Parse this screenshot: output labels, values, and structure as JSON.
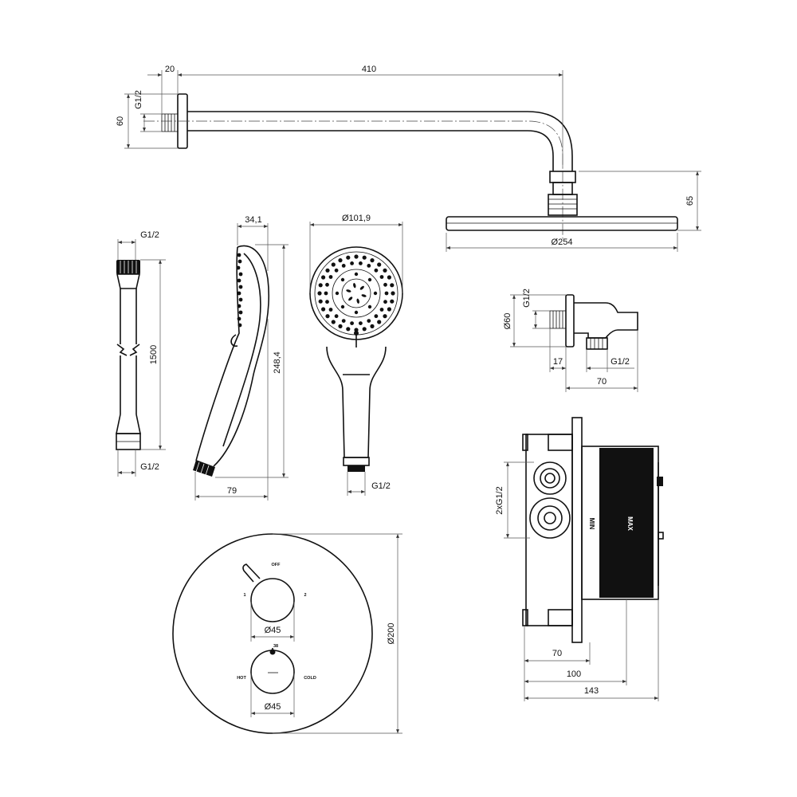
{
  "colors": {
    "line": "#111111",
    "dimension_line": "#555555",
    "background": "#ffffff"
  },
  "dimensions": {
    "arm_offset": "20",
    "arm_length": "410",
    "arm_thread": "G1/2",
    "arm_flange": "60",
    "head_height": "65",
    "head_diameter": "Ø254",
    "hose_thread_top": "G1/2",
    "hose_length": "1500",
    "hose_thread_bottom": "G1/2",
    "hand_depth": "34,1",
    "hand_length": "248,4",
    "hand_width": "79",
    "hand_diameter": "Ø101,9",
    "hand_thread": "G1/2",
    "outlet_thread_in": "G1/2",
    "outlet_flange": "Ø60",
    "outlet_depth": "17",
    "outlet_thread_out": "G1/2",
    "outlet_length": "70",
    "valve_threads": "2xG1/2",
    "valve_depth_min": "70",
    "valve_depth_max": "100",
    "valve_total": "143",
    "plate_diameter": "Ø200",
    "knob_upper": "Ø45",
    "knob_lower": "Ø45"
  },
  "labels": {
    "off": "OFF",
    "pos_1": "1",
    "pos_2": "2",
    "hot": "HOT",
    "cold": "COLD",
    "temp_38": "38",
    "min": "MIN",
    "max": "MAX"
  }
}
